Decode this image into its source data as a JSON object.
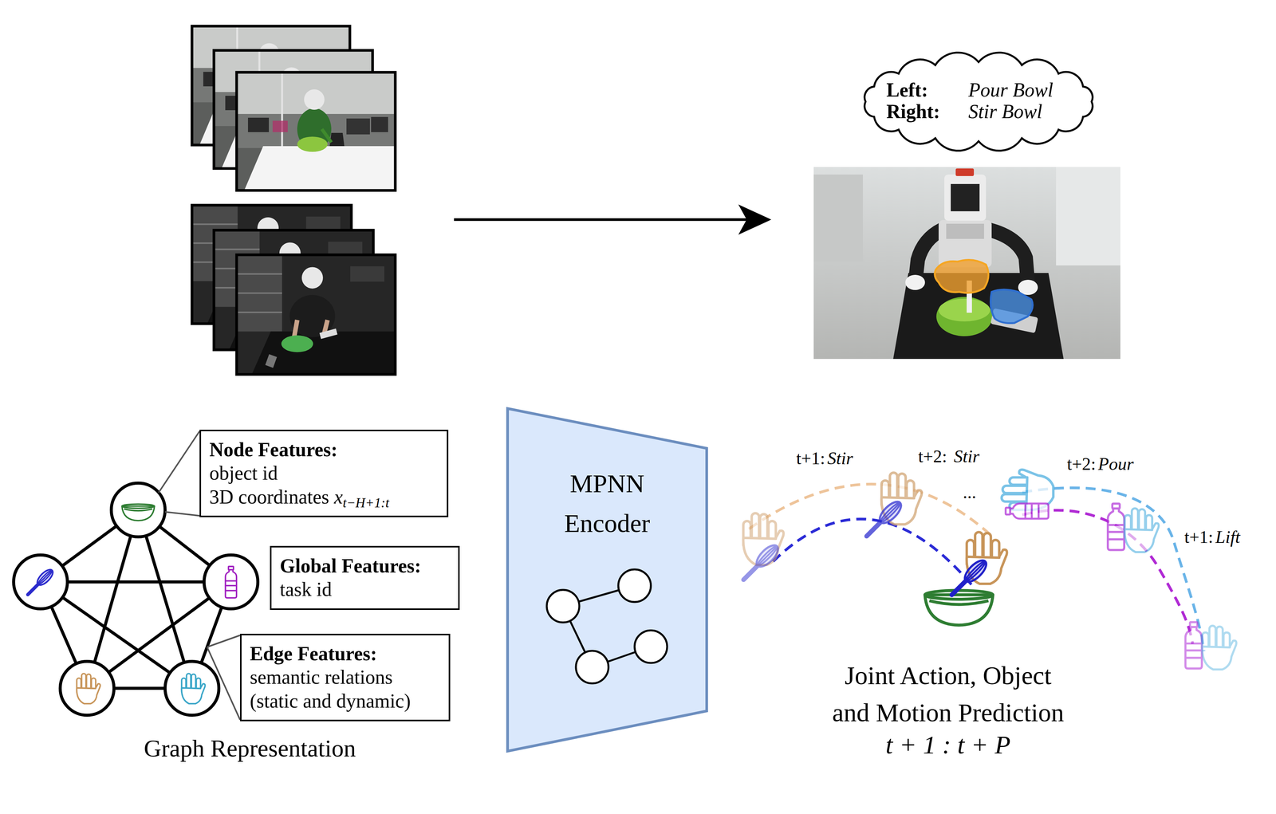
{
  "diagram": {
    "nodes": [
      {
        "text": [
          "Left:",
          "Pour Bowl",
          "Right:",
          "Stir Bowl"
        ]
      },
      {
        "text": [
          "Node Features:",
          "object id",
          "3D coordinates",
          "x",
          "t−H+1:t"
        ]
      },
      {
        "text": [
          "Global Features:",
          "task id"
        ]
      },
      {
        "text": [
          "Edge Features:",
          "semantic relations (static and dynamic)"
        ]
      },
      {
        "text": [
          "MPNN Encoder"
        ]
      }
    ],
    "labels": [
      "Graph Representation",
      "t+1:",
      "Stir",
      "t+2:",
      "Stir",
      "...",
      "t+2:",
      "Pour",
      "t+1:",
      "Lift",
      "Joint Action, Object and Motion Prediction",
      "t + 1 : t + P"
    ]
  }
}
